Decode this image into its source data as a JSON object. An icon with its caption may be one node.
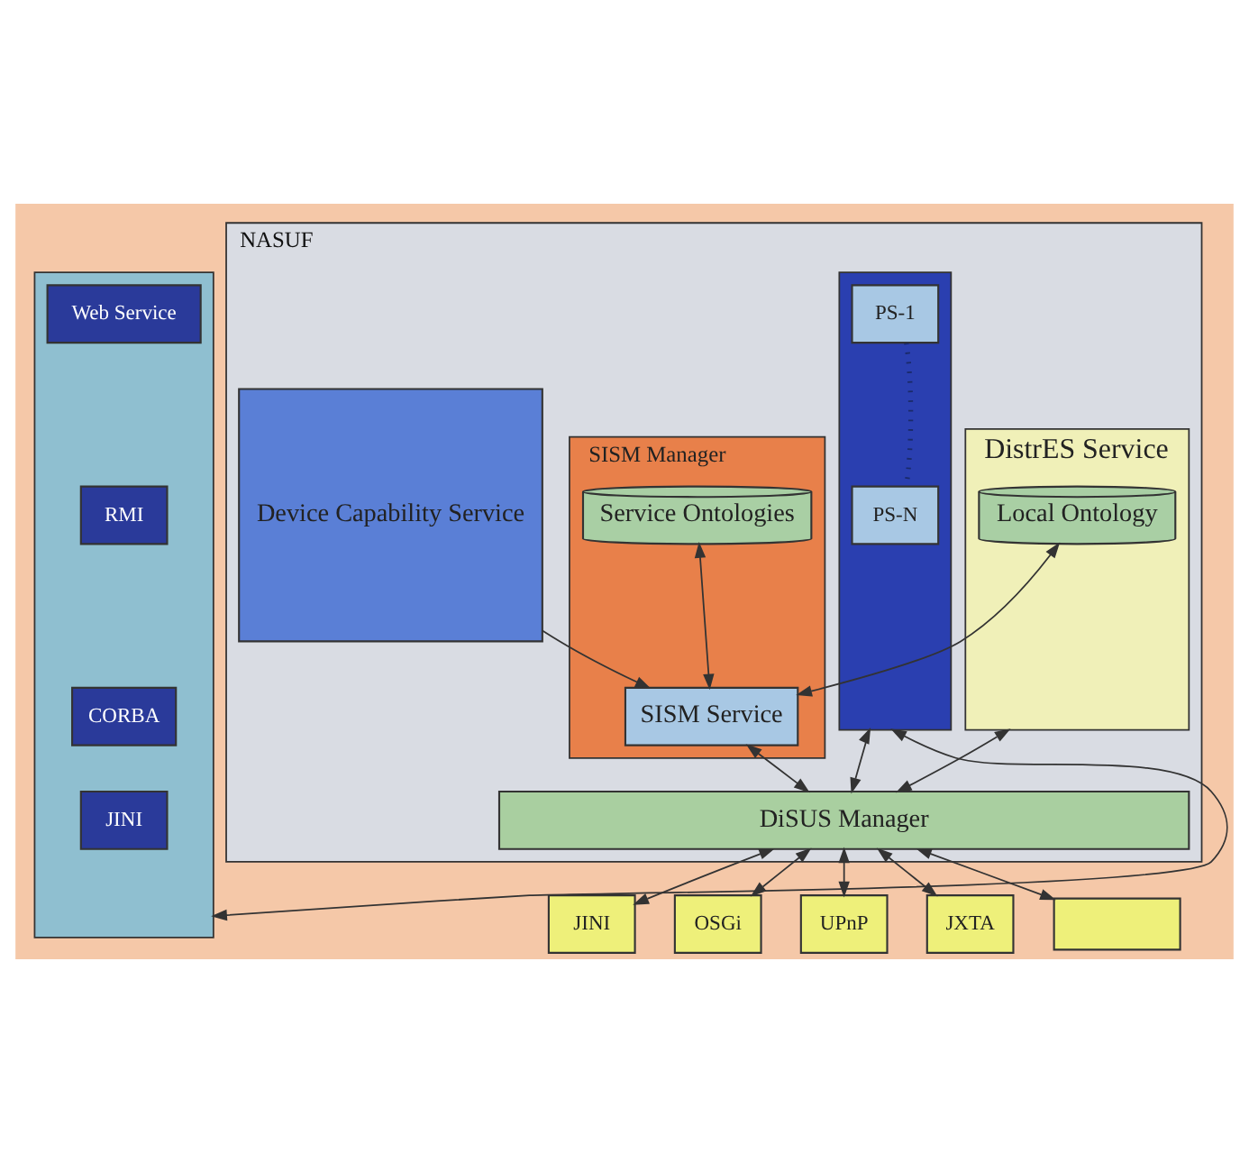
{
  "diagram": {
    "nodes": [
      {
        "text": [
          "NASUF"
        ]
      },
      {
        "text": [
          "DistrES Service"
        ],
        "in": 0
      },
      {
        "text": [
          "Local Ontology"
        ],
        "in": 1
      },
      {
        "text": [
          "Device Capability Service"
        ],
        "in": 0
      },
      {
        "text": [
          "SISM Manager"
        ],
        "in": 0
      },
      {
        "text": [
          "Service Ontologies"
        ],
        "in": 4
      },
      {
        "text": [
          "SISM Service"
        ],
        "in": 4
      },
      {
        "text": [],
        "shape": "box",
        "in": 0
      },
      {
        "text": [
          "PS-1"
        ],
        "in": 7
      },
      {
        "text": [
          "PS-N"
        ],
        "in": 7
      },
      {
        "text": [
          "DiSUS Manager"
        ],
        "in": 0
      },
      {
        "text": [],
        "shape": "box"
      },
      {
        "text": [
          "Web Service"
        ],
        "in": 11
      },
      {
        "text": [
          "RMI"
        ],
        "in": 11
      },
      {
        "text": [
          "CORBA"
        ],
        "in": 11
      },
      {
        "text": [
          "JINI"
        ],
        "in": 11
      },
      {
        "text": [
          "JXTA"
        ]
      },
      {
        "text": [],
        "shape": "box"
      },
      {
        "text": [
          "JINI"
        ]
      },
      {
        "text": [
          "OSGi"
        ]
      },
      {
        "text": [
          "UPnP"
        ]
      }
    ],
    "edges": [
      {
        "from": 2,
        "to": 6,
        "arrow": "both"
      },
      {
        "from": 5,
        "to": 6,
        "arrow": "both"
      },
      {
        "from": 3,
        "to": 6,
        "arrow": "to"
      },
      {
        "from": 6,
        "to": 10,
        "arrow": "both"
      },
      {
        "from": 1,
        "to": 10,
        "arrow": "both"
      },
      {
        "from": 7,
        "to": 10,
        "arrow": "both"
      },
      {
        "from": 8,
        "to": 9,
        "arrow": "none",
        "style": "dashed"
      },
      {
        "from": 7,
        "to": 11,
        "arrow": "both"
      },
      {
        "from": 10,
        "to": 16,
        "arrow": "both"
      },
      {
        "from": 10,
        "to": 17,
        "arrow": "both"
      },
      {
        "from": 10,
        "to": 18,
        "arrow": "both"
      },
      {
        "from": 10,
        "to": 19,
        "arrow": "both"
      },
      {
        "from": 10,
        "to": 20,
        "arrow": "both"
      }
    ]
  }
}
